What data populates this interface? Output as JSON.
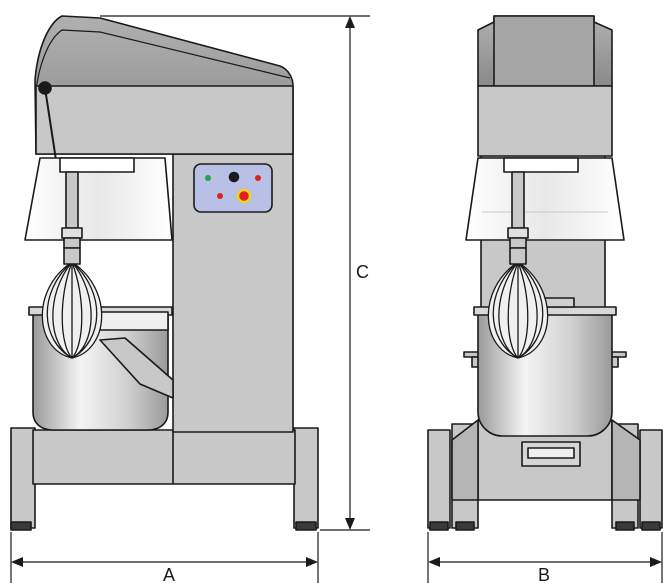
{
  "dimensions": {
    "a": "A",
    "b": "B",
    "c": "C"
  },
  "colors": {
    "body": "#c8c8c8",
    "body_dark": "#9a9a9a",
    "outline": "#1a1a1a",
    "panel": "#b9c0e6",
    "led_green": "#22a84a",
    "led_red": "#e02020",
    "button_yellow": "#f2d21a"
  }
}
